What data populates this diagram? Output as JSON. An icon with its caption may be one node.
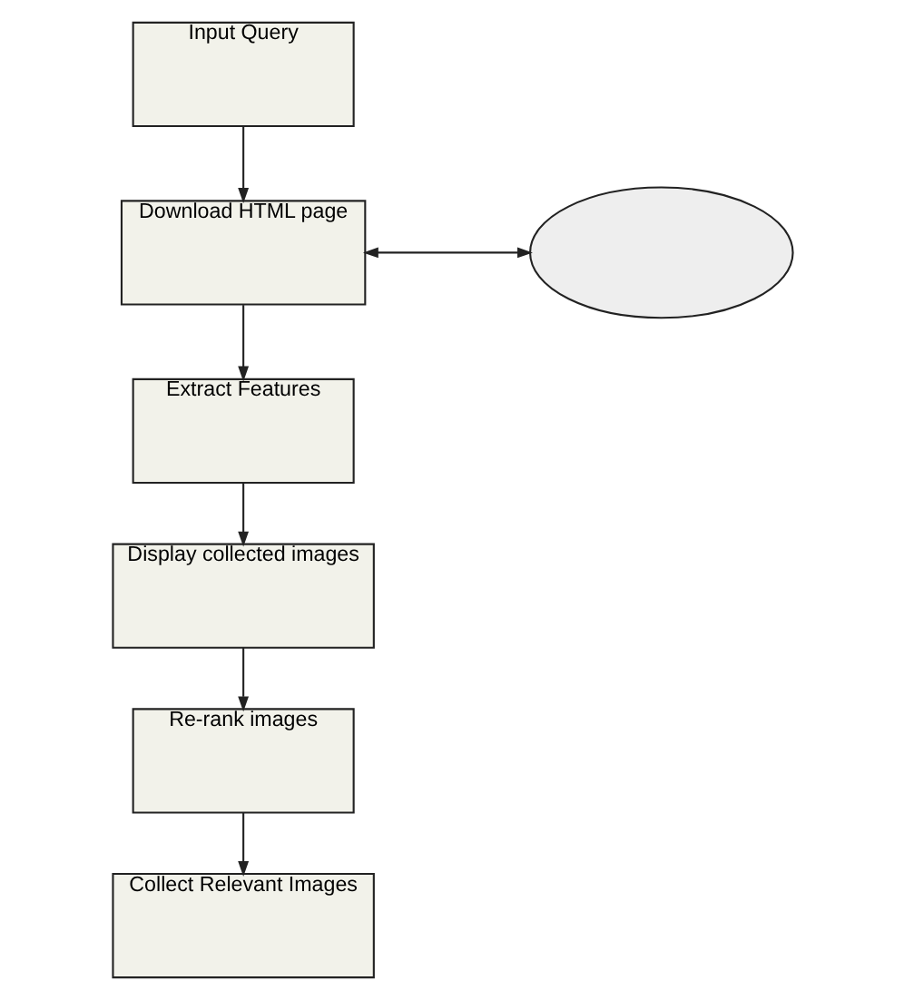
{
  "diagram": {
    "nodes": [
      {
        "text": [
          "Input Query"
        ]
      },
      {
        "text": [
          "Download HTML page"
        ]
      },
      {
        "text": [],
        "shape": "ellipse"
      },
      {
        "text": [
          "Extract Features"
        ]
      },
      {
        "text": [
          "Display collected images"
        ]
      },
      {
        "text": [
          "Re-rank images"
        ]
      },
      {
        "text": [
          "Collect Relevant Images"
        ]
      }
    ],
    "edges": [
      {
        "from": 0,
        "to": 1,
        "arrow": "to"
      },
      {
        "from": 1,
        "to": 2,
        "arrow": "both"
      },
      {
        "from": 1,
        "to": 3,
        "arrow": "to"
      },
      {
        "from": 3,
        "to": 4,
        "arrow": "to"
      },
      {
        "from": 4,
        "to": 5,
        "arrow": "to"
      },
      {
        "from": 5,
        "to": 6,
        "arrow": "to"
      }
    ]
  }
}
